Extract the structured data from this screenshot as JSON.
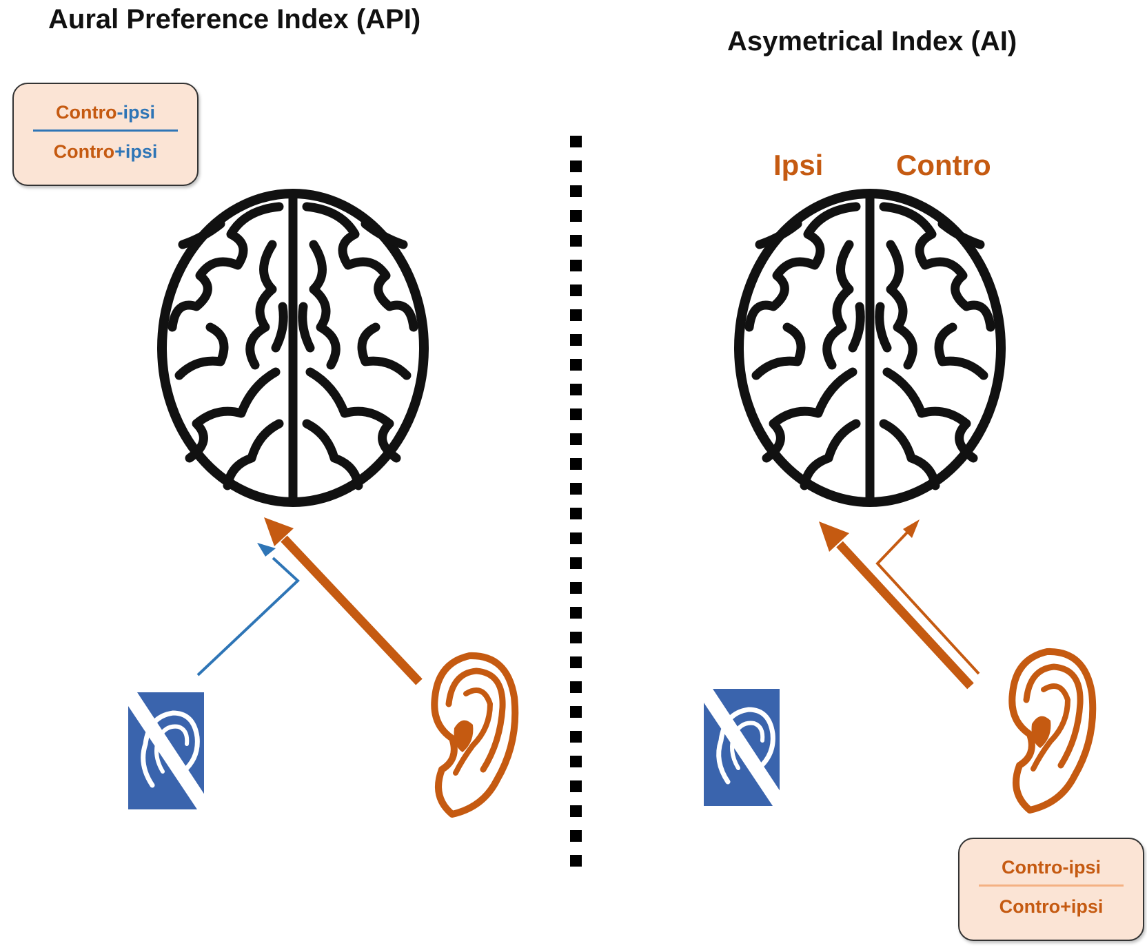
{
  "colors": {
    "contro": "#c55a11",
    "ipsi": "#2e75b6",
    "implant": "#3a64ad",
    "box_fill": "#fbe4d5",
    "brain": "#111111"
  },
  "api": {
    "title": "Aural Preference Index (API)",
    "formula": {
      "num_a": "Contro",
      "num_op": "-",
      "num_b": "ipsi",
      "den_a": "Contro",
      "den_op": "+",
      "den_b": "ipsi"
    }
  },
  "ai": {
    "title": "Asymetrical Index (AI)",
    "ipsi_label": "Ipsi",
    "contro_label": "Contro",
    "formula": {
      "num_a": "Contro",
      "num_op": "-",
      "num_b": "ipsi",
      "den_a": "Contro",
      "den_op": "+",
      "den_b": "ipsi"
    }
  },
  "icons": {
    "brain": "brain-icon",
    "ear": "ear-icon",
    "implant": "hearing-loss-icon",
    "divider": "dashed-divider"
  }
}
